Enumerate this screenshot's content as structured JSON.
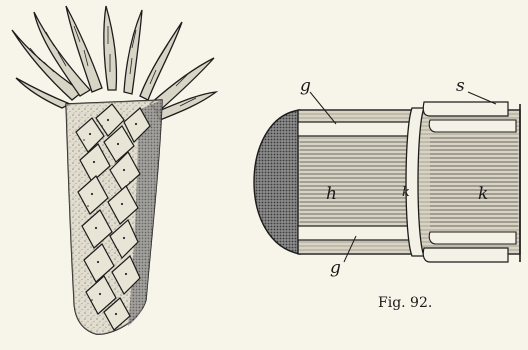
{
  "figure": {
    "caption": "Fig. 92.",
    "labels": {
      "g_top": "g",
      "g_bottom": "g",
      "s": "s",
      "h_left": "h",
      "h_mid": "k",
      "h_right": "k"
    }
  }
}
